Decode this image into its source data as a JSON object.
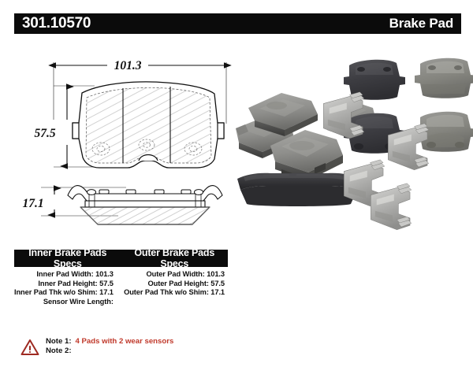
{
  "header": {
    "part_number": "301.10570",
    "category": "Brake Pad"
  },
  "drawing": {
    "dim_width": "101.3",
    "dim_height": "57.5",
    "dim_thickness": "17.1"
  },
  "photos": {
    "group_perspective": "brake-pads-perspective-photo",
    "group_flat": "brake-pads-flat-photo",
    "edge_view": "brake-pad-edge-view-photo",
    "hardware": "abutment-clips-hardware-photo"
  },
  "specs": {
    "inner_header": "Inner Brake Pads Specs",
    "outer_header": "Outer Brake Pads Specs",
    "inner_rows": [
      "Inner Pad Width: 101.3",
      "Inner Pad Height: 57.5",
      "Inner Pad Thk w/o Shim: 17.1",
      "Sensor Wire Length:"
    ],
    "outer_rows": [
      "Outer Pad Width: 101.3",
      "Outer Pad Height: 57.5",
      "Outer Pad Thk w/o Shim: 17.1"
    ]
  },
  "notes": {
    "note1_label": "Note 1:",
    "note1_value": "4 Pads with 2 wear sensors",
    "note2_label": "Note 2:",
    "note2_value": ""
  },
  "colors": {
    "bar_background": "#0b0b0b",
    "bar_text": "#ffffff",
    "note_accent": "#c0392b",
    "line": "#1a1a1a"
  }
}
